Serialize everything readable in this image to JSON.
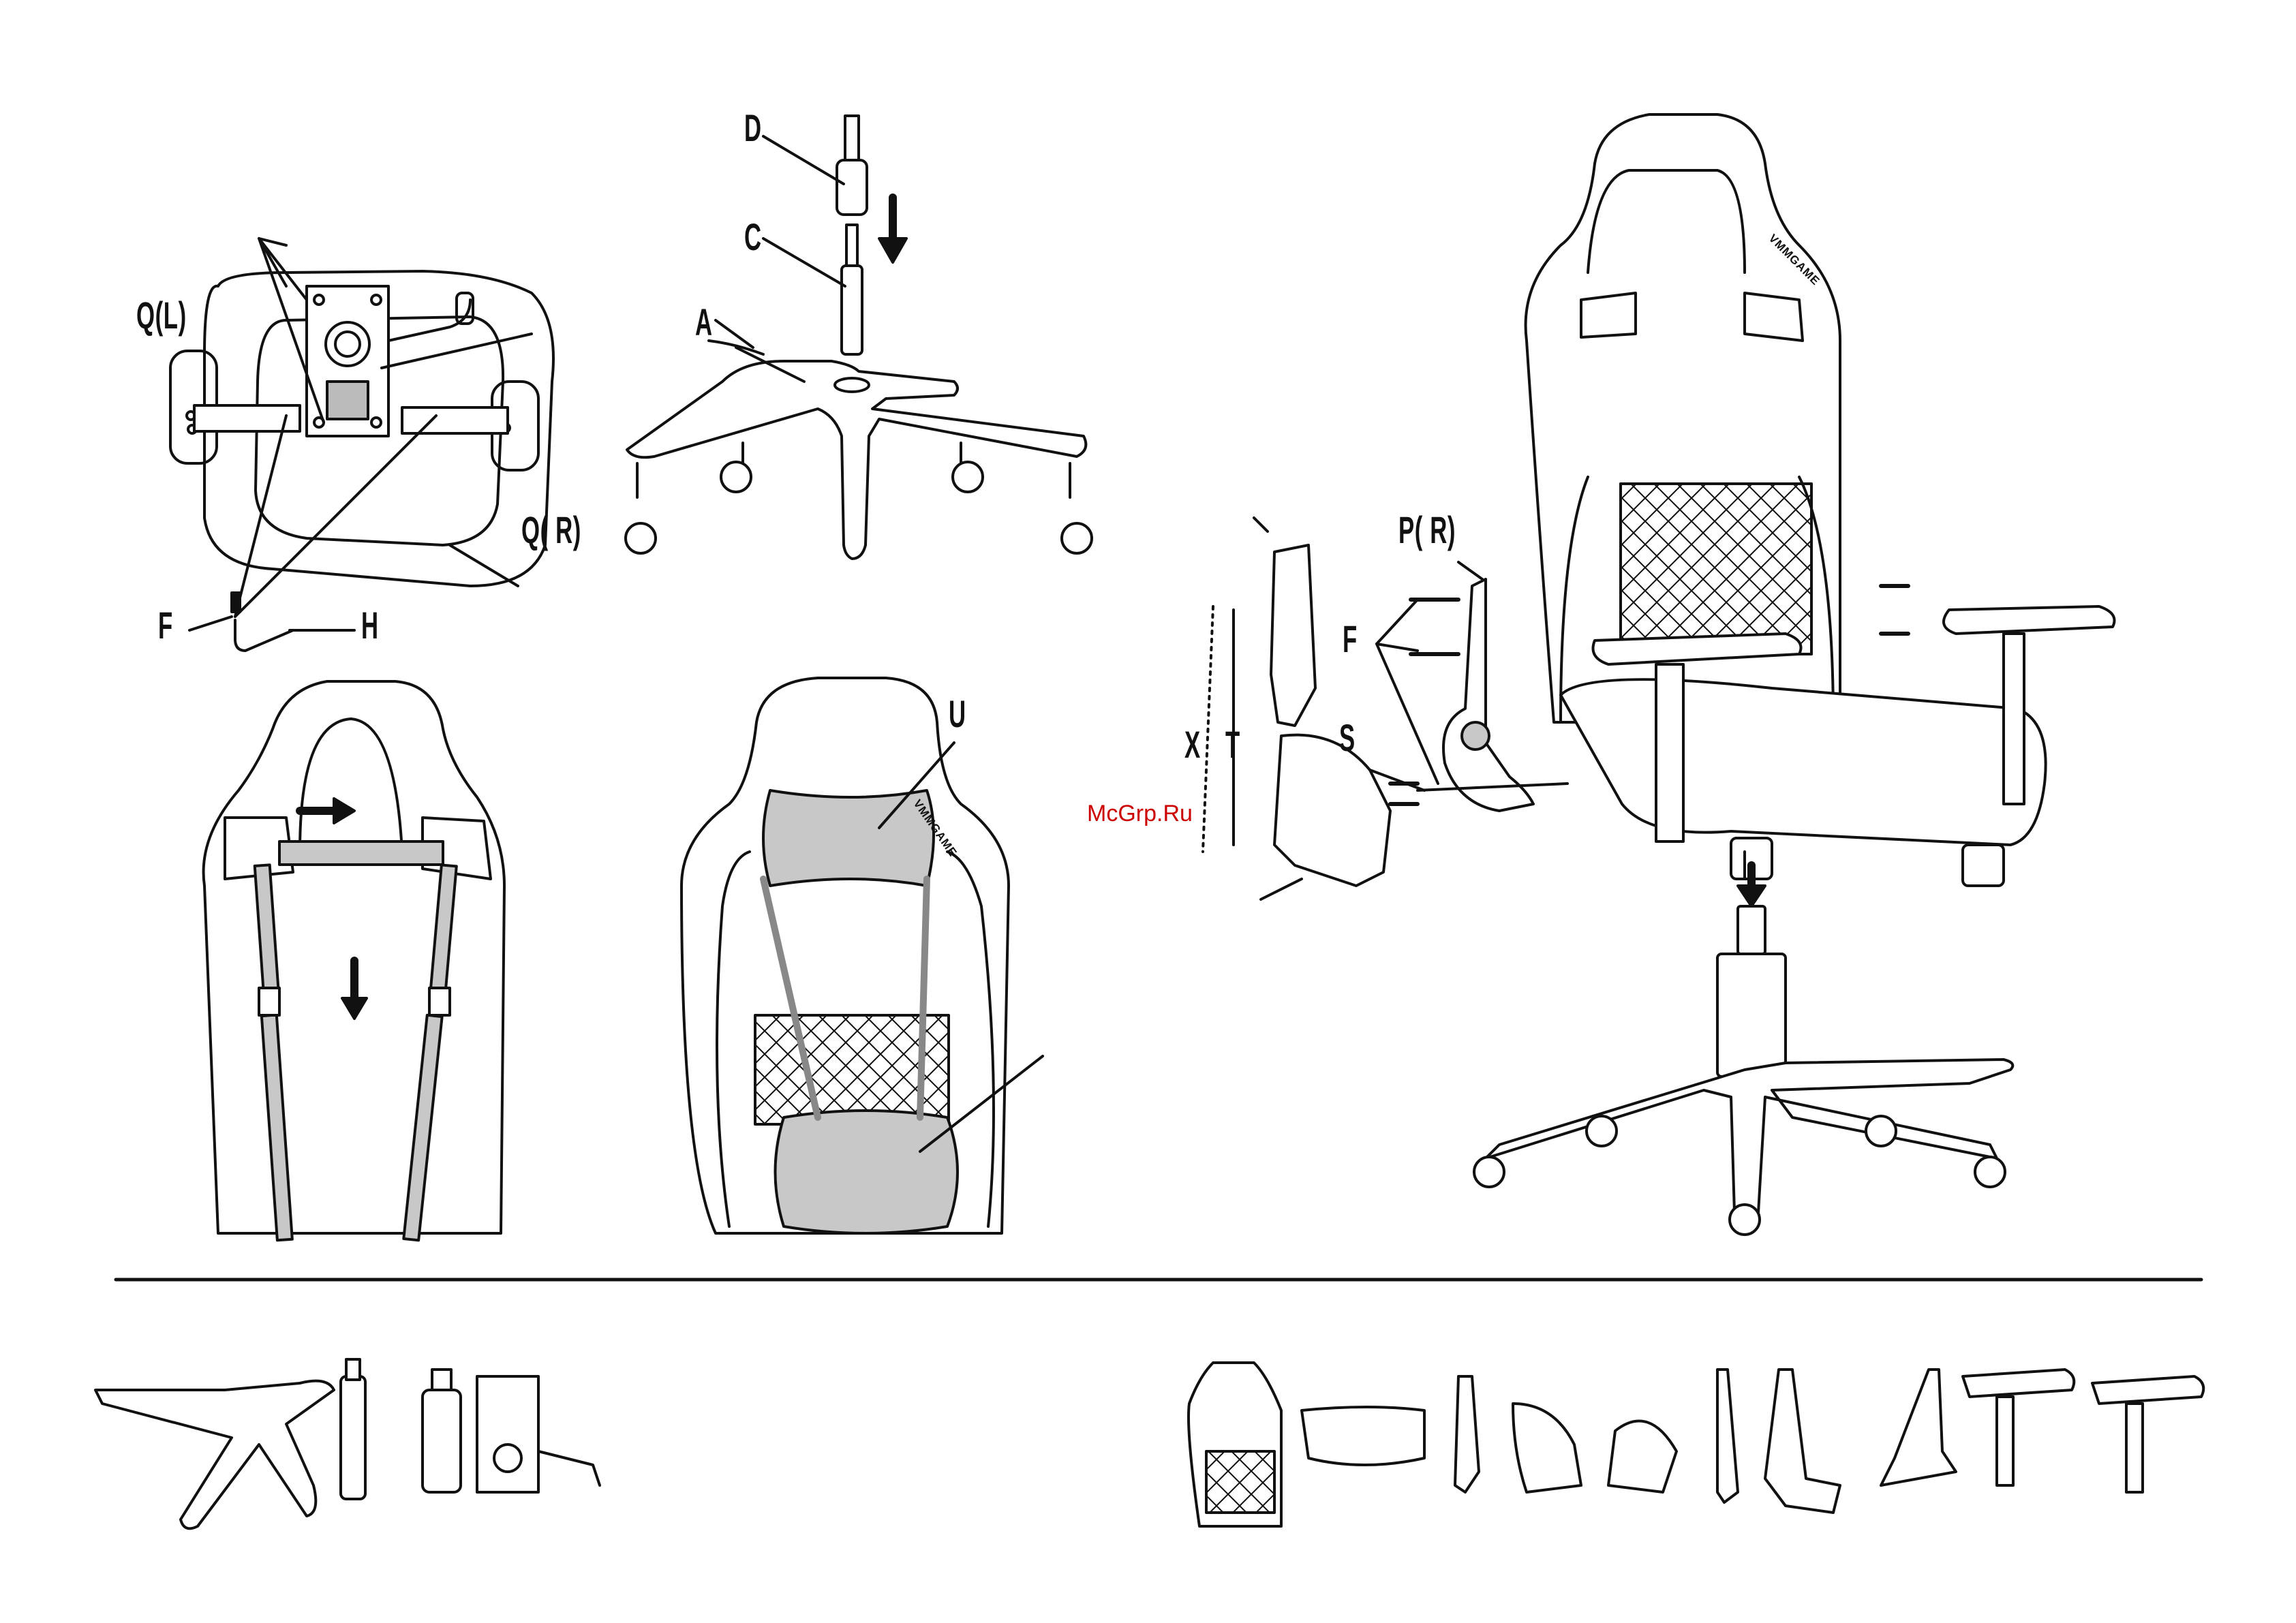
{
  "labels": {
    "d": "D",
    "c": "C",
    "a": "A",
    "q_l": "Q(L)",
    "q_r": "Q( R)",
    "f_top": "F",
    "h": "H",
    "u": "U",
    "p_r": "P( R)",
    "f_right": "F",
    "s": "S",
    "x": "X",
    "t": "T"
  },
  "brand": "VMMGAME",
  "watermark": "McGrp.Ru",
  "colors": {
    "line": "#111111",
    "fill_gray": "#c8c8c8",
    "watermark": "#cc0000"
  }
}
